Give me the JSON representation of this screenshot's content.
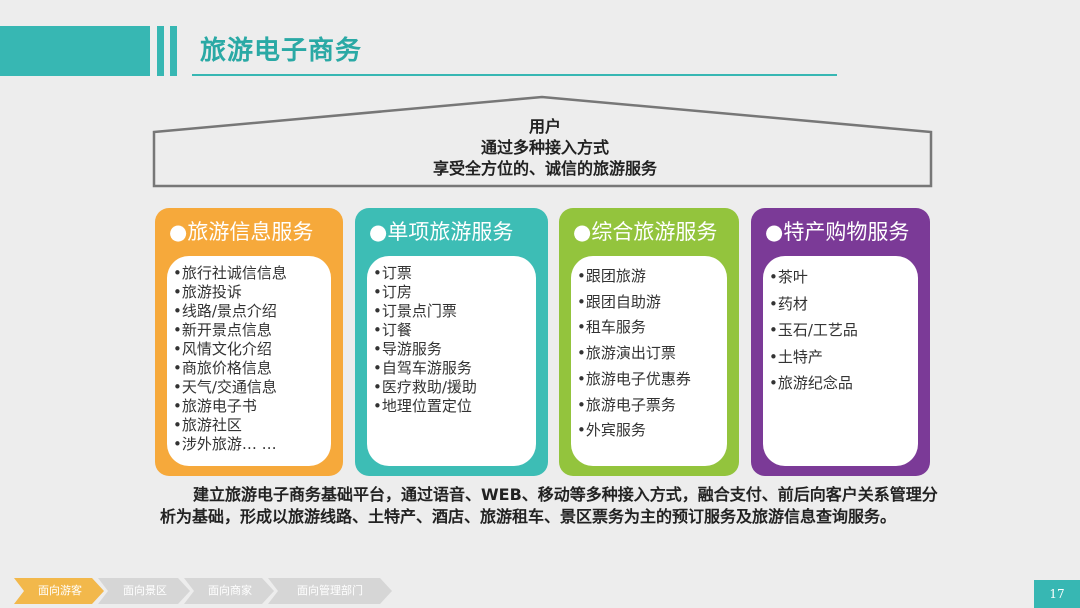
{
  "header": {
    "title": "旅游电子商务"
  },
  "roof": {
    "line1": "用户",
    "line2": "通过多种接入方式",
    "line3": "享受全方位的、诚信的旅游服务"
  },
  "cards": [
    {
      "title": "●旅游信息服务",
      "items": [
        "•旅行社诚信信息",
        "•旅游投诉",
        "•线路/景点介绍",
        "•新开景点信息",
        "•风情文化介绍",
        "•商旅价格信息",
        "•天气/交通信息",
        "•旅游电子书",
        "•旅游社区",
        "•涉外旅游… …"
      ]
    },
    {
      "title": "●单项旅游服务",
      "items": [
        "•订票",
        "•订房",
        "•订景点门票",
        "•订餐",
        "•导游服务",
        "•自驾车游服务",
        "•医疗救助/援助",
        "•地理位置定位"
      ]
    },
    {
      "title": "●综合旅游服务",
      "items": [
        "•跟团旅游",
        "•跟团自助游",
        "•租车服务",
        "•旅游演出订票",
        "•旅游电子优惠券",
        "•旅游电子票务",
        "•外宾服务"
      ]
    },
    {
      "title": "●特产购物服务",
      "items": [
        "•茶叶",
        "•药材",
        "•玉石/工艺品",
        "•土特产",
        "•旅游纪念品"
      ]
    }
  ],
  "summary": "建立旅游电子商务基础平台，通过语音、WEB、移动等多种接入方式，融合支付、前后向客户关系管理分析为基础，形成以旅游线路、土特产、酒店、旅游租车、景区票务为主的预订服务及旅游信息查询服务。",
  "nav": {
    "tabs": [
      "面向游客",
      "面向景区",
      "面向商家",
      "面向管理部门"
    ],
    "active": 0
  },
  "page_number": "17",
  "colors": {
    "teal": "#37b7b3",
    "orange": "#f6a93b",
    "green": "#93c43d",
    "purple": "#7b3a97",
    "tab_active": "#f2b84b",
    "tab_inactive": "#d6d6d6"
  }
}
